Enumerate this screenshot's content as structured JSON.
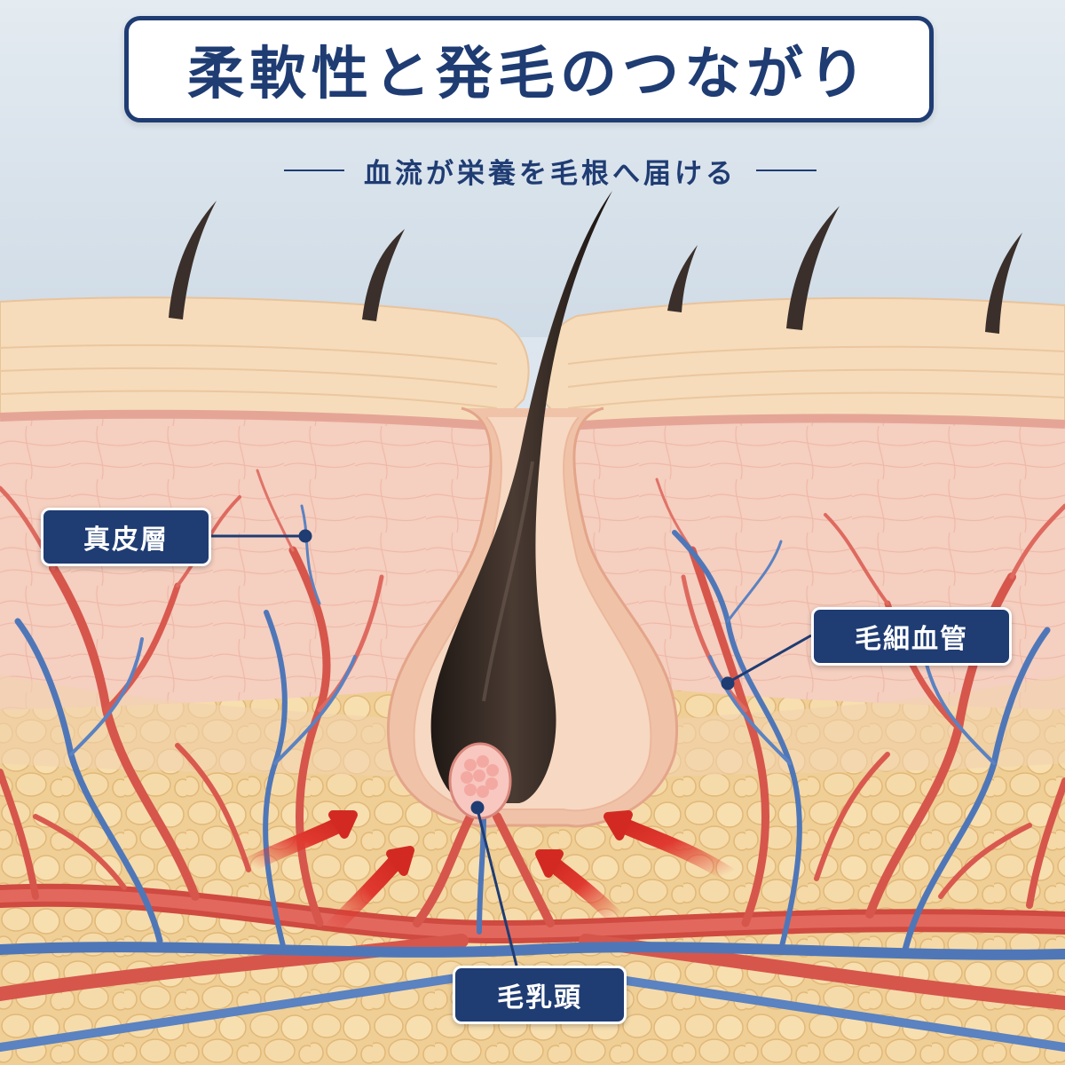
{
  "header": {
    "title": "柔軟性と発毛のつながり",
    "subtitle": "血流が栄養を毛根へ届ける"
  },
  "labels": {
    "dermis": "真皮層",
    "capillaries": "毛細血管",
    "dermal_papilla": "毛乳頭"
  },
  "colors": {
    "navy": "#1f3c73",
    "sky": "#dde6ee",
    "epidermis": "#f5d9b5",
    "dermis": "#f4c9bc",
    "fat": "#f2d7a4",
    "artery": "#d9534a",
    "vein": "#4f77b8",
    "hair": "#2e241f",
    "arrow": "#e03a30"
  }
}
